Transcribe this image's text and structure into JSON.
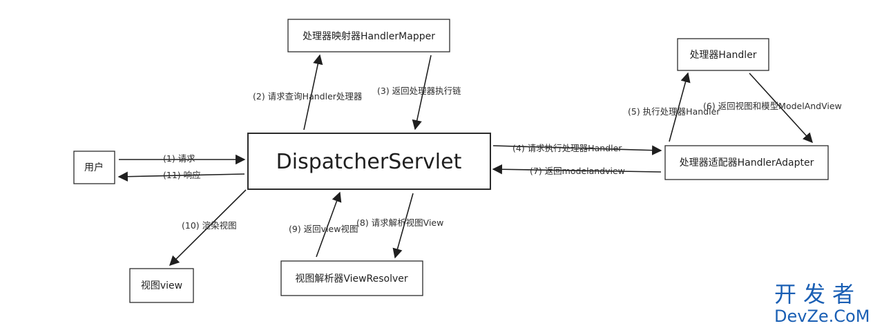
{
  "nodes": {
    "mapper": "处理器映射器HandlerMapper",
    "handler": "处理器Handler",
    "user": "用户",
    "dispatcher": "DispatcherServlet",
    "adapter": "处理器适配器HandlerAdapter",
    "view": "视图view",
    "resolver": "视图解析器ViewResolver"
  },
  "edges": {
    "e1": "(1) 请求",
    "e11": "(11) 响应",
    "e2": "(2) 请求查询Handler处理器",
    "e3": "(3) 返回处理器执行链",
    "e4": "(4) 请求执行处理器Handler",
    "e5": "(5) 执行处理器Handler",
    "e6": "(6) 返回视图和模型ModelAndView",
    "e7": "(7) 返回modelandview",
    "e8": "(8) 请求解析视图View",
    "e9": "(9) 返回view视图",
    "e10": "(10) 渲染视图"
  },
  "watermark": {
    "chinese": "开发者",
    "latin": "DevZe.CoM"
  }
}
